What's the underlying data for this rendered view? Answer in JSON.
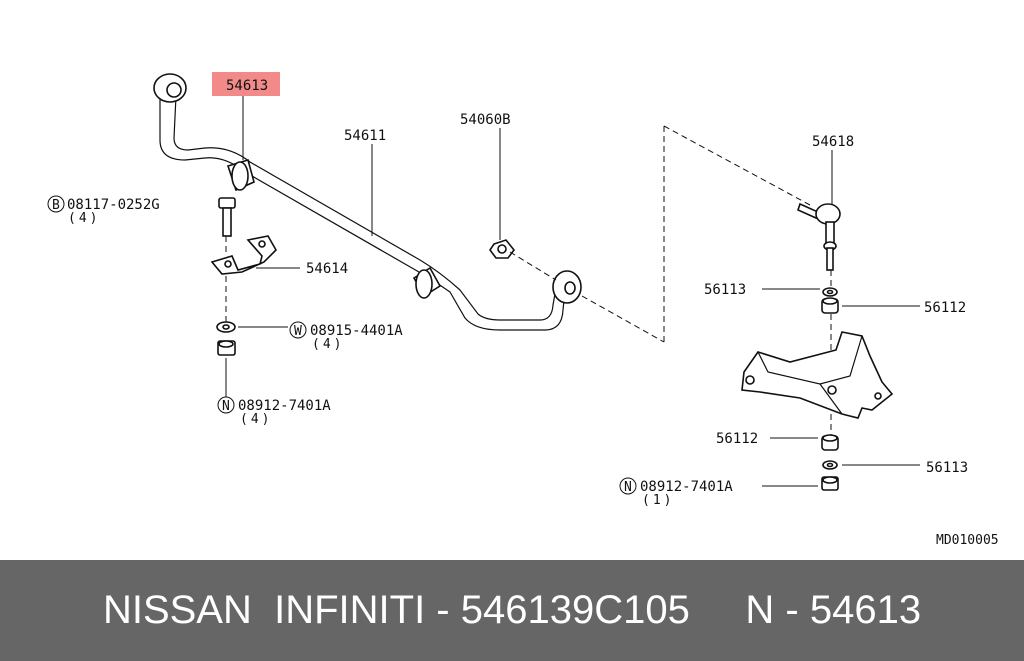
{
  "labels": {
    "p54613": "54613",
    "p54611": "54611",
    "p54060b": "54060B",
    "p54618": "54618",
    "p54614": "54614",
    "bolt_code": "08117-0252G",
    "bolt_qty": "(4)",
    "washer_code": "08915-4401A",
    "washer_qty": "(4)",
    "nut_code": "08912-7401A",
    "nut_qty": "(4)",
    "p56113_top": "56113",
    "p56112_top": "56112",
    "p56112_bottom": "56112",
    "p56113_bottom": "56113",
    "nut2_code": "08912-7401A",
    "nut2_qty": "(1)",
    "diagram_code": "MD010005"
  },
  "prefix_symbols": {
    "bolt": "B",
    "washer": "W",
    "nut": "N",
    "nut2": "N"
  },
  "highlight_color": "#f28a8a",
  "footer": {
    "text": "NISSAN  INFINITI - 546139C105     N - 54613",
    "background": "#666666"
  }
}
